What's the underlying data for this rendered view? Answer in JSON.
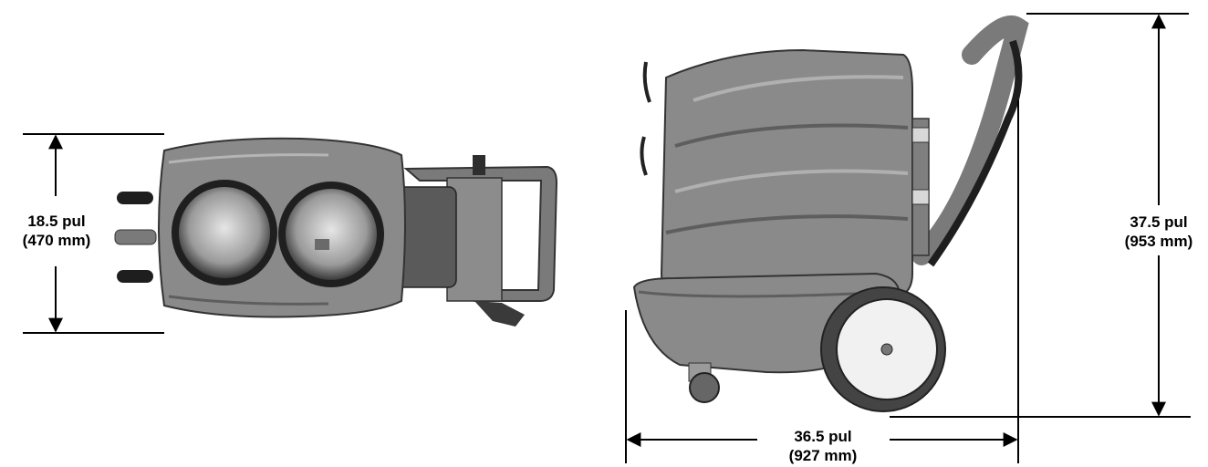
{
  "dimensions": {
    "width": {
      "value": "18.5 pul",
      "metric": "(470 mm)"
    },
    "height": {
      "value": "37.5 pul",
      "metric": "(953 mm)"
    },
    "length": {
      "value": "36.5 pul",
      "metric": "(927 mm)"
    }
  },
  "colors": {
    "body": "#8a8a8a",
    "body_dark": "#5e5e5e",
    "body_light": "#b0b0b0",
    "line": "#000000"
  }
}
